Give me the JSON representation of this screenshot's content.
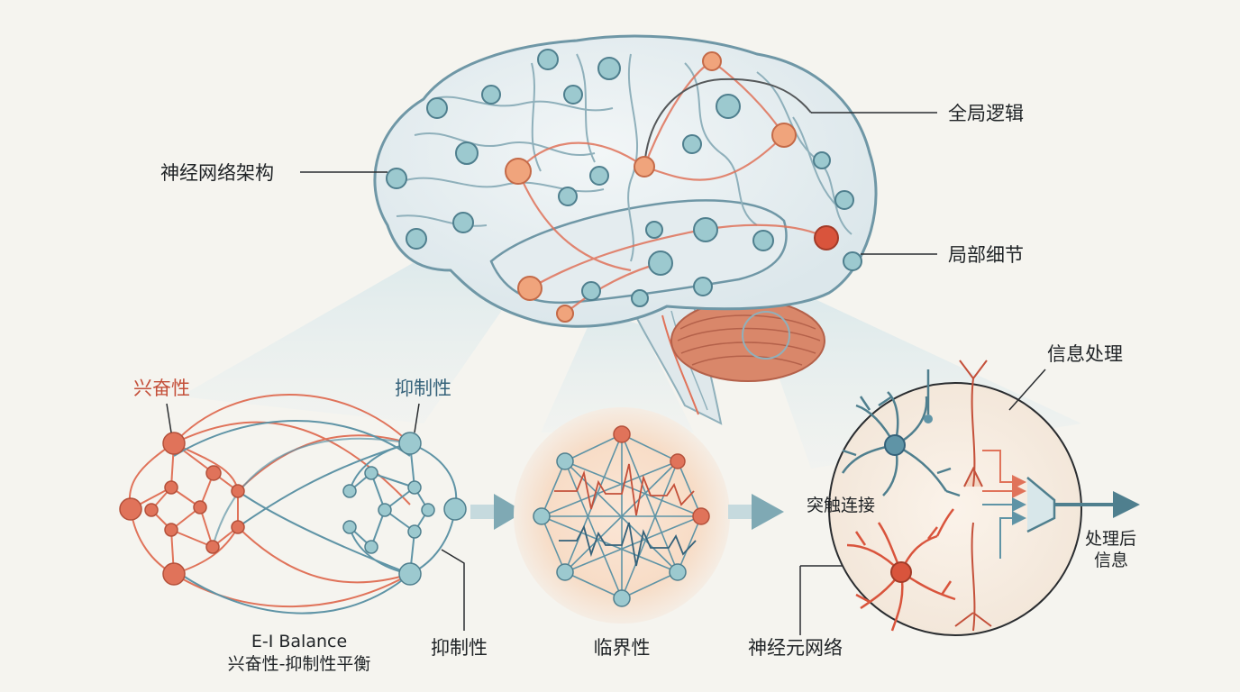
{
  "labels": {
    "neural_architecture": "神经网络架构",
    "global_logic": "全局逻辑",
    "local_detail": "局部细节",
    "excitatory": "兴奋性",
    "inhibitory_top": "抑制性",
    "ei_balance_en": "E-I Balance",
    "ei_balance_zh": "兴奋性-抑制性平衡",
    "inhibitory_bottom": "抑制性",
    "criticality": "临界性",
    "information_processing": "信息处理",
    "synaptic_connection": "突触连接",
    "processed_info_line1": "处理后",
    "processed_info_line2": "信息",
    "neuron_network": "神经元网络"
  },
  "colors": {
    "background": "#f5f4ef",
    "excitatory_red": "#e0735a",
    "inhibitory_blue": "#5f94a6",
    "node_teal": "#9cc9cf",
    "node_orange": "#f0a47c",
    "node_red": "#d9543c",
    "brain_fill": "#e8eef1",
    "cerebellum": "#d9876a",
    "arrow_teal": "#7fa9b4"
  },
  "icons": {
    "brain": "brain-illustration",
    "arrow_right": "arrow-right-icon",
    "neuron": "neuron-icon"
  }
}
